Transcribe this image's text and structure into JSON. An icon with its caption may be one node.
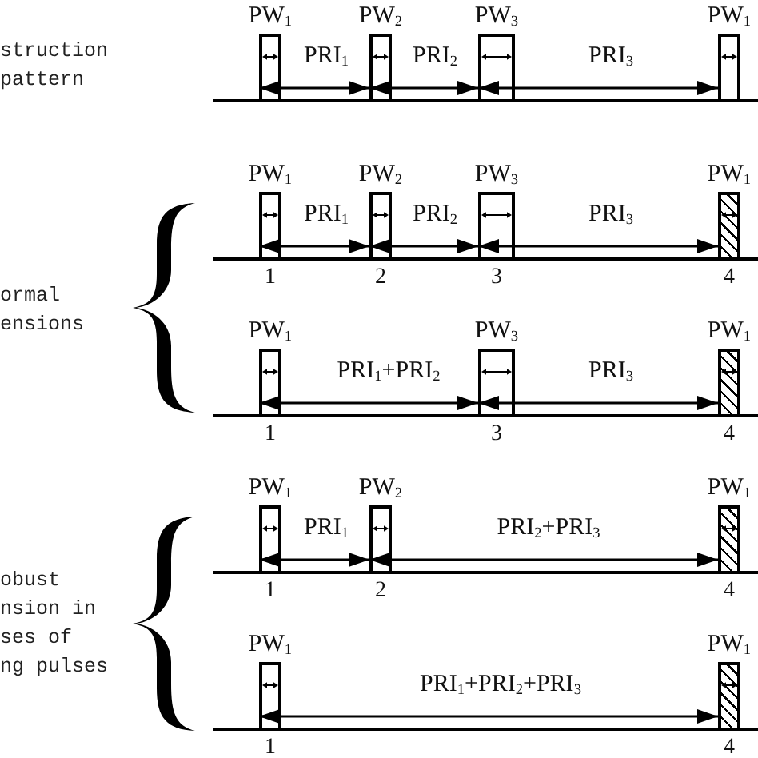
{
  "diagram": {
    "nodes": [
      {
        "text": [
          "PW$_{1}$"
        ]
      },
      {
        "text": [
          "PW$_{2}$"
        ]
      },
      {
        "text": [
          "PW$_{3}$"
        ]
      },
      {
        "text": [
          "PW$_{1}$"
        ]
      },
      {
        "text": [],
        "shape": "brace"
      },
      {
        "text": [
          "PW$_{1}$"
        ],
        "beside": [
          "1"
        ]
      },
      {
        "text": [
          "PW$_{2}$"
        ],
        "beside": [
          "2"
        ]
      },
      {
        "text": [
          "PW$_{3}$"
        ],
        "beside": [
          "3"
        ]
      },
      {
        "text": [
          "PW$_{1}$"
        ],
        "beside": [
          "4"
        ]
      },
      {
        "text": [
          "PW$_{1}$"
        ],
        "beside": [
          "1"
        ]
      },
      {
        "text": [
          "PW$_{3}$"
        ],
        "beside": [
          "3"
        ]
      },
      {
        "text": [
          "PW$_{1}$"
        ],
        "beside": [
          "4"
        ]
      },
      {
        "text": [],
        "shape": "brace"
      },
      {
        "text": [
          "PW$_{1}$"
        ],
        "beside": [
          "1"
        ]
      },
      {
        "text": [
          "PW$_{2}$"
        ],
        "beside": [
          "2"
        ]
      },
      {
        "text": [
          "PW$_{1}$"
        ],
        "beside": [
          "4"
        ]
      },
      {
        "text": [
          "PW$_{1}$"
        ],
        "beside": [
          "1"
        ]
      },
      {
        "text": [
          "PW$_{1}$"
        ],
        "beside": [
          "4"
        ]
      }
    ],
    "edges": [
      {
        "from": 0,
        "to": 1,
        "arrow": "both",
        "label": "PRI$_{1}$"
      },
      {
        "from": 1,
        "to": 2,
        "arrow": "both",
        "label": "PRI$_{2}$"
      },
      {
        "from": 2,
        "to": 3,
        "arrow": "both",
        "label": "PRI$_{3}$"
      },
      {
        "from": 5,
        "to": 6,
        "arrow": "both",
        "label": "PRI$_{1}$"
      },
      {
        "from": 6,
        "to": 7,
        "arrow": "both",
        "label": "PRI$_{2}$"
      },
      {
        "from": 7,
        "to": 8,
        "arrow": "both",
        "label": "PRI$_{3}$"
      },
      {
        "from": 9,
        "to": 10,
        "arrow": "both",
        "label": "PRI$_{1}$+PRI$_{2}$"
      },
      {
        "from": 10,
        "to": 11,
        "arrow": "both",
        "label": "PRI$_{3}$"
      },
      {
        "from": 13,
        "to": 14,
        "arrow": "both",
        "label": "PRI$_{1}$"
      },
      {
        "from": 14,
        "to": 15,
        "arrow": "both",
        "label": "PRI$_{2}$+PRI$_{3}$"
      },
      {
        "from": 16,
        "to": 17,
        "arrow": "both",
        "label": "PRI$_{1}$+PRI$_{2}$+PRI$_{3}$"
      }
    ],
    "labels": [
      "struction pattern",
      "ormal ensions",
      "obust nsion in ses of ng pulses"
    ]
  }
}
